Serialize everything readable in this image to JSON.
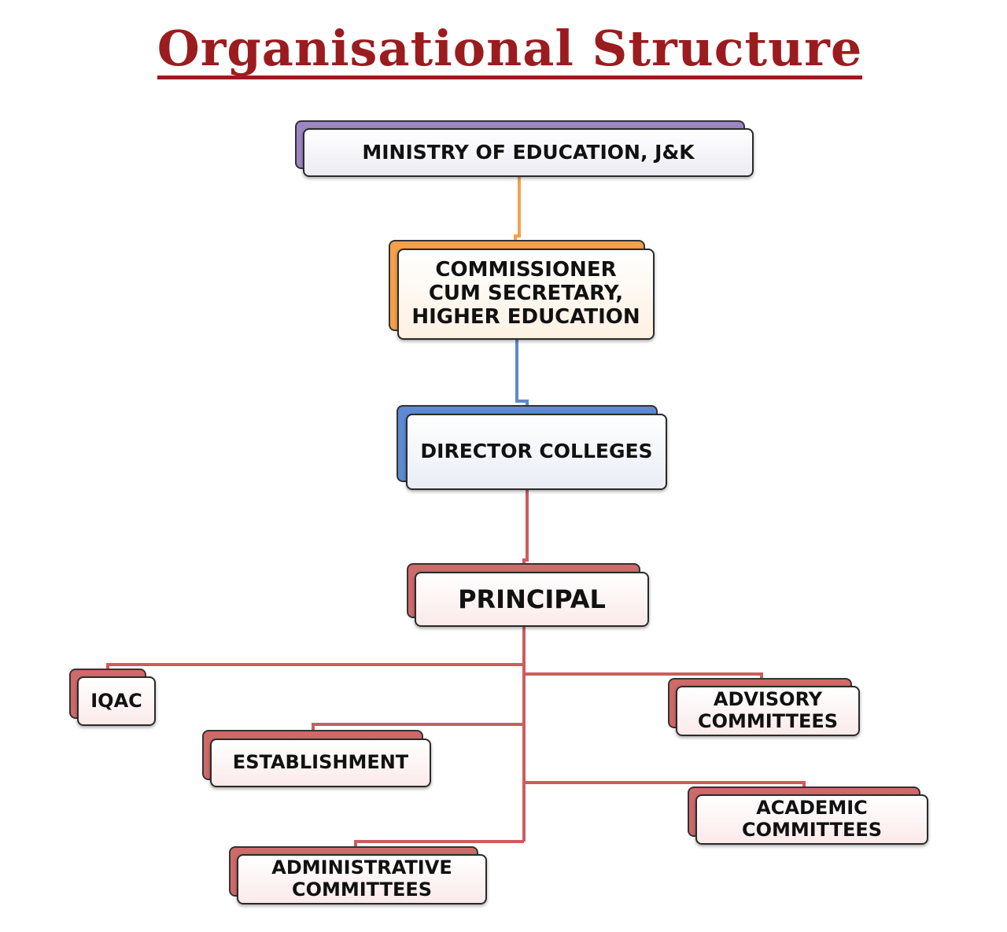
{
  "title": "Organisational Structure",
  "colors": {
    "title": "#9b1c1f",
    "ministry_accent": "#9b87c4",
    "commissioner_accent": "#f5a04a",
    "director_accent": "#5d8ad0",
    "principal_accent": "#cf6a6a",
    "connector_orange": "#f5a04a",
    "connector_blue": "#5d8ad0",
    "connector_red": "#cf5c5c"
  },
  "nodes": {
    "ministry": "MINISTRY OF EDUCATION, J&K",
    "commissioner": "COMMISSIONER CUM SECRETARY, HIGHER EDUCATION",
    "director": "DIRECTOR COLLEGES",
    "principal": "PRINCIPAL",
    "iqac": "IQAC",
    "establishment": "ESTABLISHMENT",
    "administrative": "ADMINISTRATIVE COMMITTEES",
    "advisory": "ADVISORY COMMITTEES",
    "academic": "ACADEMIC COMMITTEES"
  }
}
